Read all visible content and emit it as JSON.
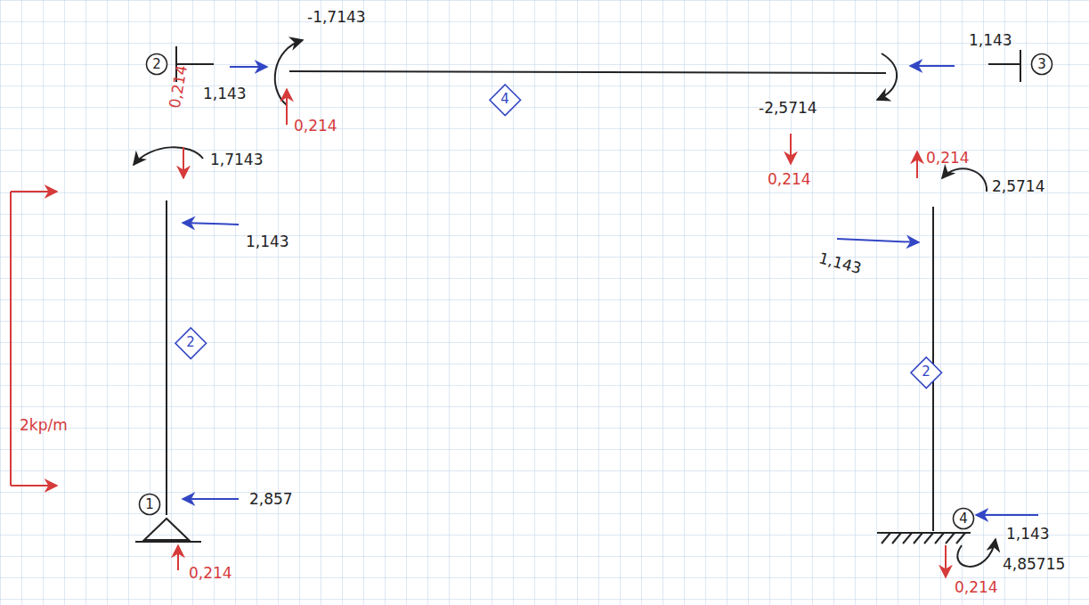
{
  "diagram": {
    "nodes": [
      {
        "text": [
          "2"
        ]
      },
      {
        "text": [
          "4"
        ]
      },
      {
        "text": [
          "3"
        ]
      },
      {
        "text": [
          "2"
        ]
      },
      {
        "text": [
          "2"
        ]
      },
      {
        "text": [
          "1"
        ]
      },
      {
        "text": [
          "4"
        ]
      }
    ],
    "labels": [
      "-1,7143",
      "1,143",
      "0,214",
      "1,143",
      "-2,5714",
      "0,214",
      "0,214",
      "1,7143",
      "1,143",
      "0,214",
      "2,5714",
      "1,143",
      "2kp/m",
      "2,857",
      "0,214",
      "1,143",
      "4,85715",
      "0,214"
    ]
  }
}
